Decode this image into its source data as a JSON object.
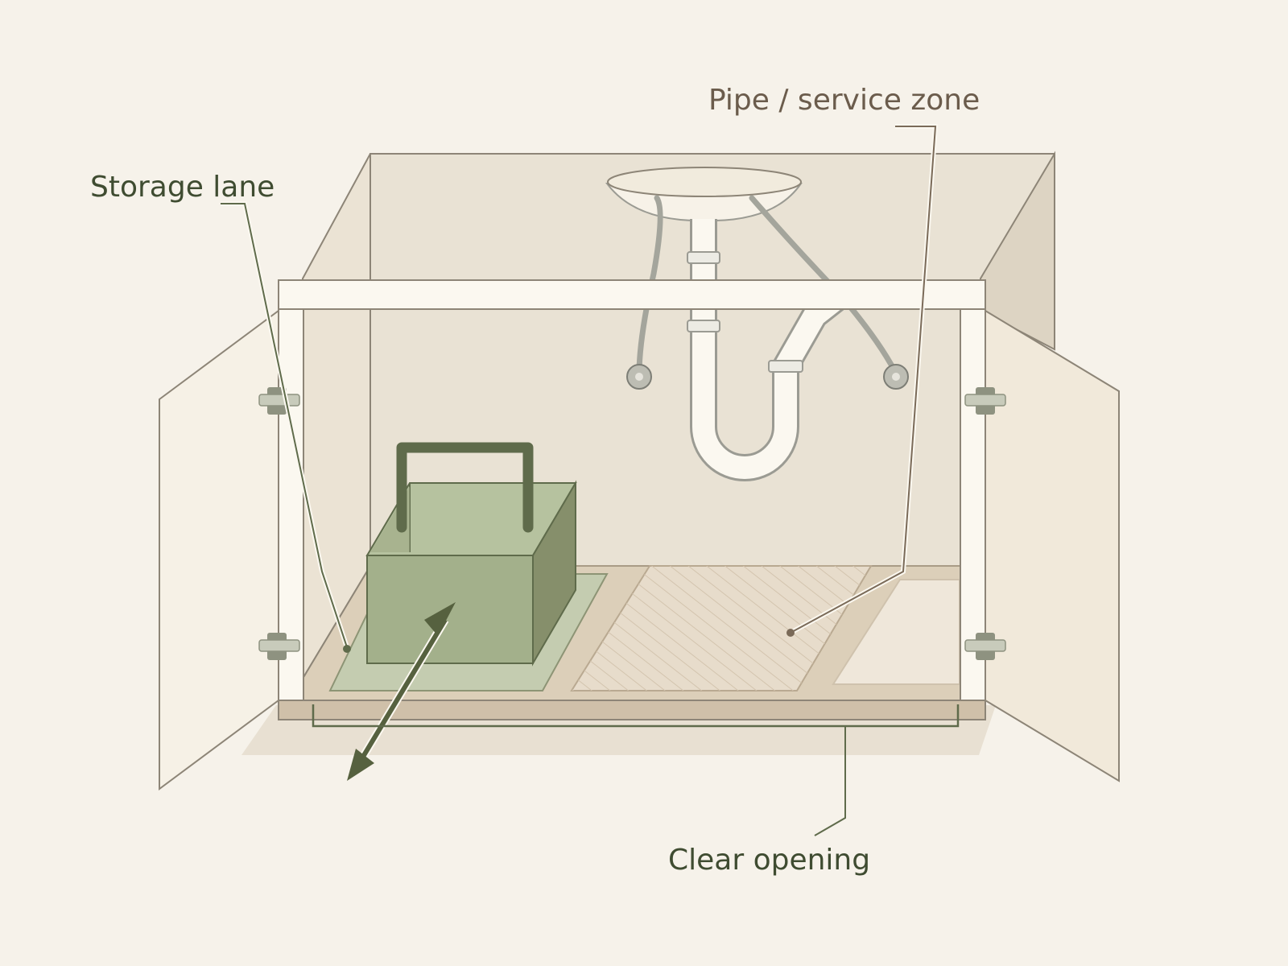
{
  "labels": {
    "storage_lane": "Storage lane",
    "pipe_service_zone": "Pipe / service zone",
    "clear_opening": "Clear opening"
  },
  "colors": {
    "background": "#f6f2ea",
    "outline": "#8d8577",
    "cabinet_back": "#e9e2d4",
    "cabinet_side": "#ddd4c3",
    "cabinet_floor": "#dccfb9",
    "face_frame": "#fbf8f0",
    "door_left": "#f6f1e6",
    "door_right": "#f1e9da",
    "hinge": "#c8cbbb",
    "hinge_dark": "#8e9280",
    "pipe_fill": "#fbf8f0",
    "pipe_stroke": "#9b9b93",
    "supply_line": "#a4a59c",
    "bin_front": "#a3b08b",
    "bin_side": "#868f6b",
    "bin_top": "#b6c29f",
    "bin_mat": "#c4ccb0",
    "bin_handle": "#5f6b4b",
    "arrow": "#56613f",
    "service_mat": "#e7dccb",
    "service_hatch": "#d3c4ae",
    "green_label": "#3f4c31",
    "brown_label": "#6b5c4c",
    "green_leader": "#5f6b4b",
    "brown_leader": "#7a6a58"
  },
  "icons": {
    "bin": "storage-bin-icon",
    "arrow": "double-arrow-icon",
    "trap": "p-trap-icon",
    "sink": "sink-basin-icon"
  }
}
